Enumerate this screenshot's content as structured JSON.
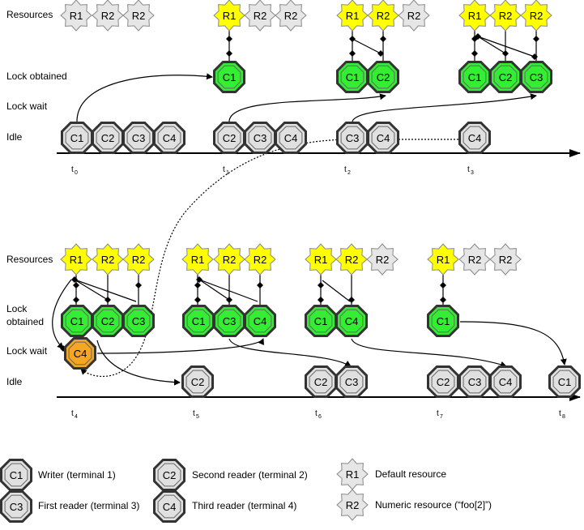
{
  "colors": {
    "resource_active": "#ffff00",
    "resource_idle": "#e6e6e6",
    "client_locked": "#33ee33",
    "client_wait": "#f5a623",
    "client_idle": "#e0e0e0",
    "outline": "#333333"
  },
  "row_labels": {
    "resources": "Resources",
    "lock_obtained": "Lock obtained",
    "lock_obtained_line1": "Lock",
    "lock_obtained_line2": "obtained",
    "lock_wait": "Lock wait",
    "idle": "Idle"
  },
  "time_axis": {
    "prefix": "t",
    "ticks": [
      "0",
      "1",
      "2",
      "3",
      "4",
      "5",
      "6",
      "7",
      "8"
    ]
  },
  "resources": {
    "r1": "R1",
    "r2": "R2"
  },
  "clients": {
    "c1": "C1",
    "c2": "C2",
    "c3": "C3",
    "c4": "C4"
  },
  "legend": {
    "writer": "Writer (terminal 1)",
    "second_reader": "Second reader (terminal 2)",
    "default_resource": "Default resource",
    "first_reader": "First reader (terminal 3)",
    "third_reader": "Third reader (terminal 4)",
    "numeric_resource": "Numeric resource (“foo[2]”)"
  }
}
